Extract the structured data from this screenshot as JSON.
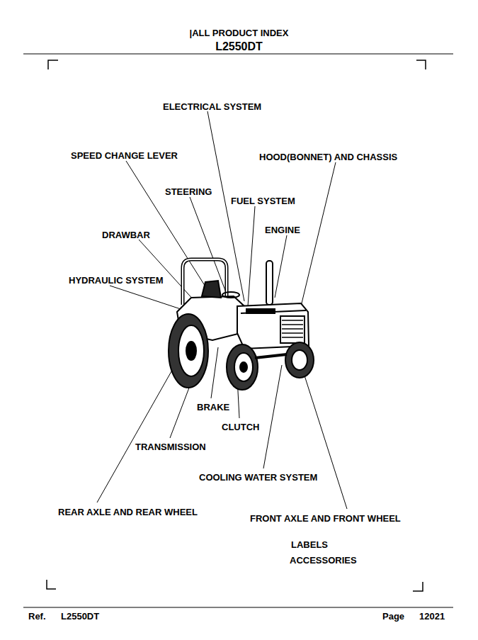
{
  "diagram": {
    "title": "|ALL PRODUCT INDEX",
    "labels": [
      "L2550DT",
      "ELECTRICAL SYSTEM",
      "SPEED CHANGE LEVER",
      "HOOD(BONNET) AND CHASSIS",
      "STEERING",
      "FUEL SYSTEM",
      "ENGINE",
      "DRAWBAR",
      "HYDRAULIC SYSTEM",
      "BRAKE",
      "CLUTCH",
      "TRANSMISSION",
      "COOLING WATER SYSTEM",
      "REAR AXLE AND REAR WHEEL",
      "FRONT AXLE AND FRONT WHEEL",
      "LABELS",
      "ACCESSORIES",
      "Ref.",
      "L2550DT",
      "Page",
      "12021"
    ]
  }
}
